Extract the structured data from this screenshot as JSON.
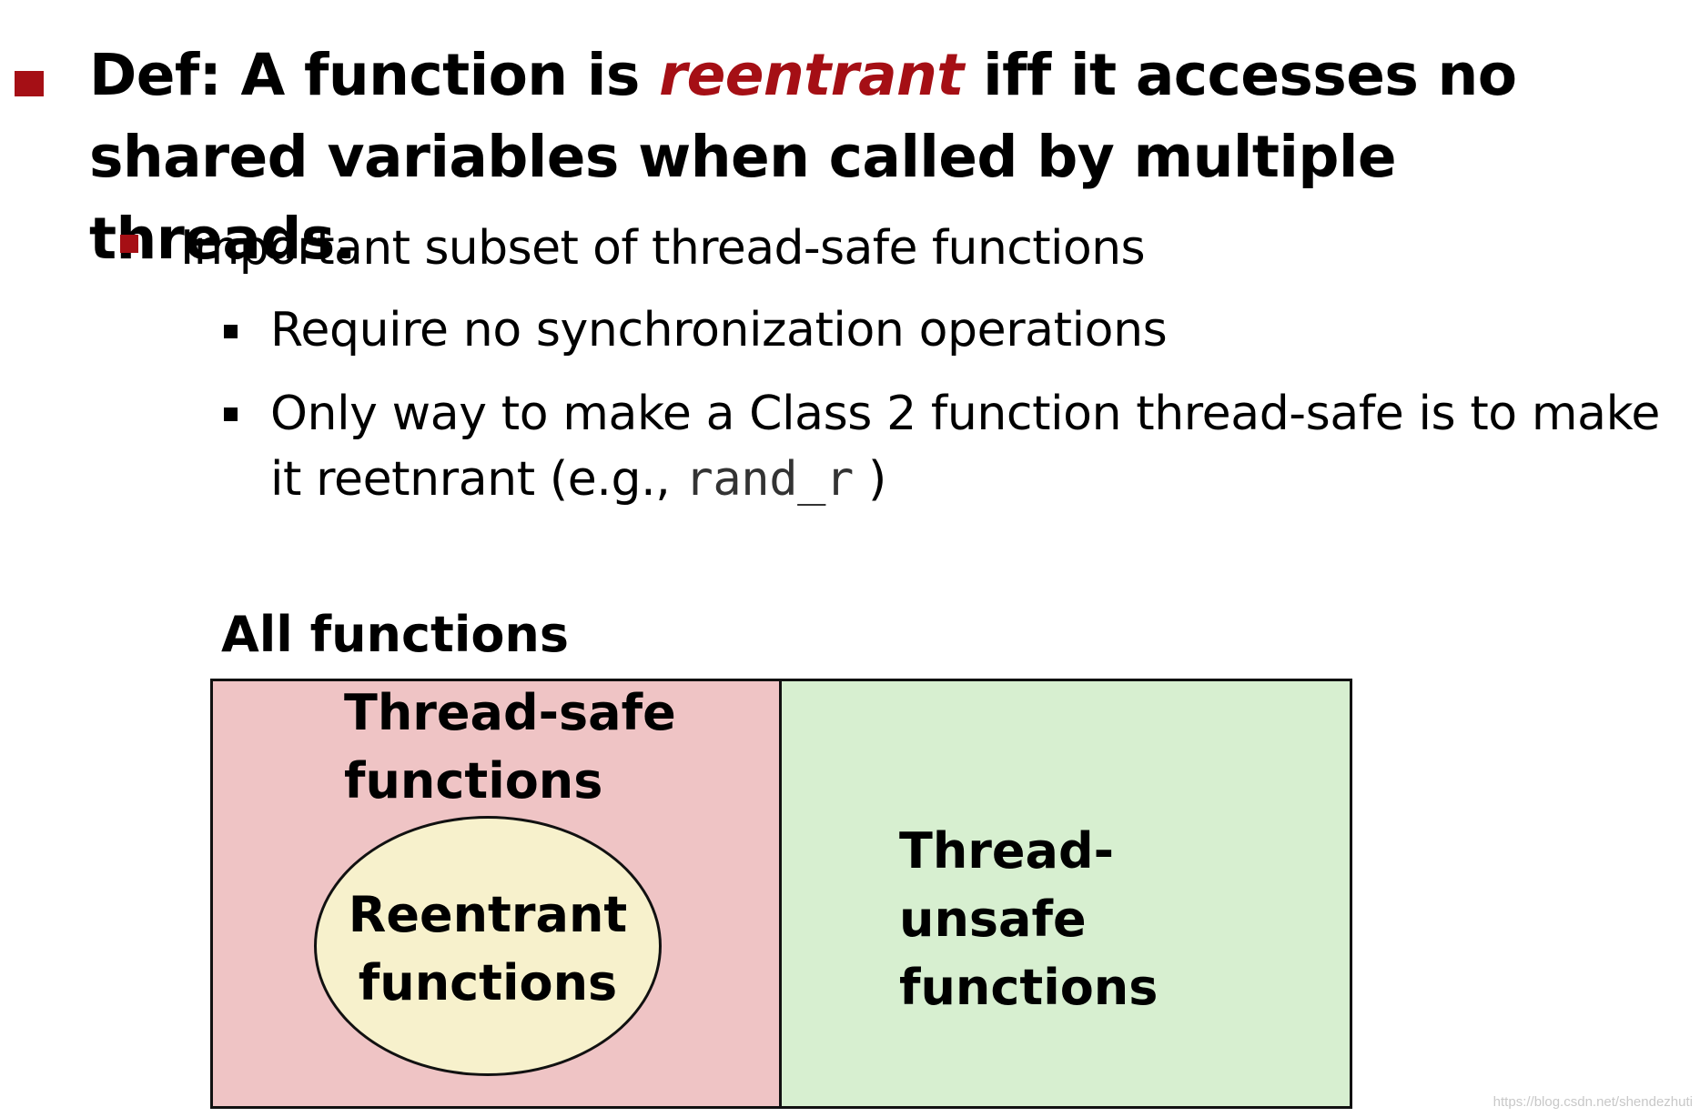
{
  "definition": {
    "prefix": "Def: A function is ",
    "term": "reentrant",
    "suffix": " iff it accesses no shared variables when called by multiple threads."
  },
  "subpoint": "Important subset of thread-safe functions",
  "details": [
    "Require no synchronization operations",
    "Only way to make a Class 2 function thread-safe is to make it reetnrant (e.g., "
  ],
  "detail_code": "rand_r",
  "detail_close": " )",
  "diagram": {
    "outer_label": "All functions",
    "thread_safe_label": "Thread-safe functions",
    "reentrant_label": "Reentrant functions",
    "thread_unsafe_label": "Thread-unsafe functions"
  },
  "watermark": "https://blog.csdn.net/shendezhuti",
  "colors": {
    "accent": "#a50f15",
    "thread_safe_fill": "#efc4c5",
    "thread_unsafe_fill": "#d7efd0",
    "reentrant_fill": "#f7f1cc"
  }
}
